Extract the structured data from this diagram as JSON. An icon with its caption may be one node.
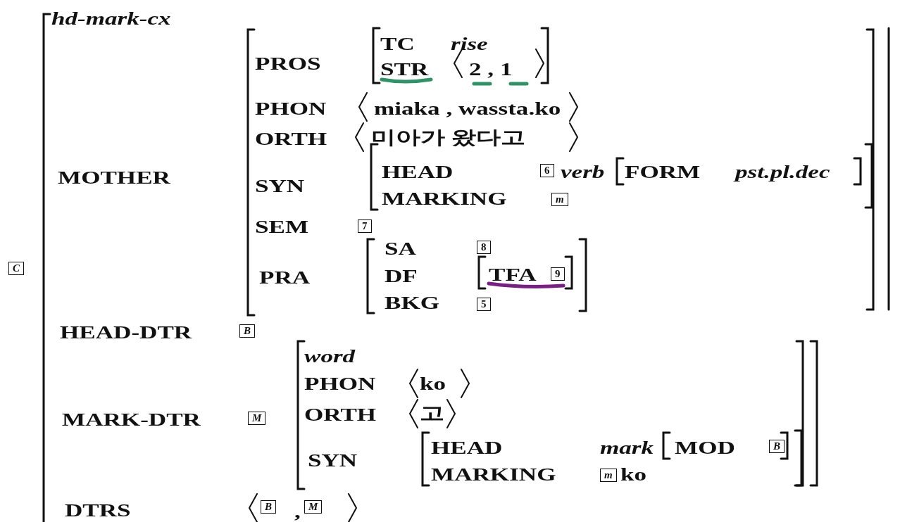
{
  "diagram": {
    "nodes": [
      {
        "text": [
          "C"
        ]
      },
      {
        "text": [
          "6"
        ]
      },
      {
        "text": [
          "m"
        ]
      },
      {
        "text": [
          "7"
        ]
      },
      {
        "text": [
          "8"
        ]
      },
      {
        "text": [
          "9"
        ]
      },
      {
        "text": [
          "5"
        ]
      },
      {
        "text": [
          "B"
        ]
      },
      {
        "text": [
          "M"
        ]
      },
      {
        "text": [
          "B"
        ]
      },
      {
        "text": [
          "m"
        ],
        "beside": [
          "ko"
        ]
      },
      {
        "text": [
          "B"
        ]
      },
      {
        "text": [
          "M"
        ]
      }
    ],
    "labels": [
      "hd-mark-cx",
      "MOTHER",
      "PROS",
      "TC",
      "rise",
      "STR",
      "2 , 1",
      "PHON",
      "miaka , wassta.ko",
      "ORTH",
      "미아가 왔다고",
      "SYN",
      "HEAD",
      "verb",
      "FORM",
      "pst.pl.dec",
      "MARKING",
      "SEM",
      "PRA",
      "SA",
      "DF",
      "TFA",
      "BKG",
      "HEAD-DTR",
      "MARK-DTR",
      "word",
      "PHON",
      "ko",
      "ORTH",
      "고",
      "SYN",
      "HEAD",
      "mark",
      "MOD",
      "MARKING",
      "DTRS",
      ","
    ]
  }
}
